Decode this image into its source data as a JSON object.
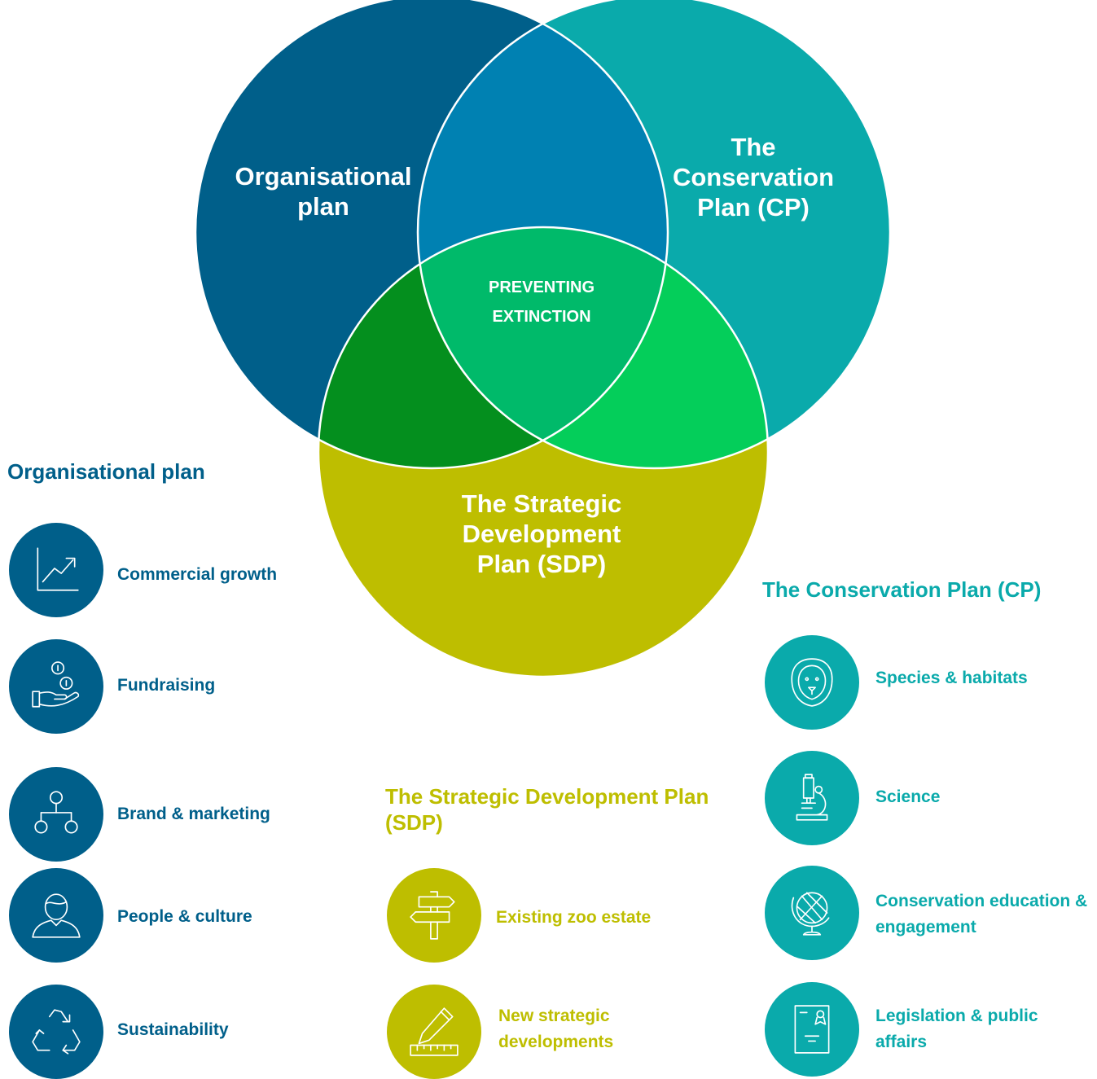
{
  "venn": {
    "org_label": "Organisational plan",
    "cp_label": "The Conservation Plan (CP)",
    "sdp_label": "The Strategic Development Plan (SDP)",
    "center_label": "PREVENTING EXTINCTION",
    "colors": {
      "org": "#005F8A",
      "cp": "#0AAAAB",
      "sdp": "#BEBE00",
      "org_cp": "#0081B2",
      "org_sdp": "#048F1E",
      "cp_sdp": "#04CE5A",
      "center": "#00BA6A"
    }
  },
  "org": {
    "heading": "Organisational plan",
    "items": [
      {
        "label": "Commercial growth",
        "icon": "chart-growth-icon"
      },
      {
        "label": "Fundraising",
        "icon": "hand-coins-icon"
      },
      {
        "label": "Brand & marketing",
        "icon": "hierarchy-icon"
      },
      {
        "label": "People & culture",
        "icon": "person-icon"
      },
      {
        "label": "Sustainability",
        "icon": "recycle-icon"
      }
    ]
  },
  "sdp": {
    "heading": "The Strategic Development Plan (SDP)",
    "items": [
      {
        "label": "Existing zoo estate",
        "icon": "signpost-icon"
      },
      {
        "label": "New strategic developments",
        "icon": "pencil-ruler-icon"
      }
    ]
  },
  "cp": {
    "heading": "The Conservation Plan (CP)",
    "items": [
      {
        "label": "Species & habitats",
        "icon": "lion-icon"
      },
      {
        "label": "Science",
        "icon": "microscope-icon"
      },
      {
        "label": "Conservation education & engagement",
        "icon": "globe-icon"
      },
      {
        "label": "Legislation & public affairs",
        "icon": "certificate-icon"
      }
    ]
  }
}
